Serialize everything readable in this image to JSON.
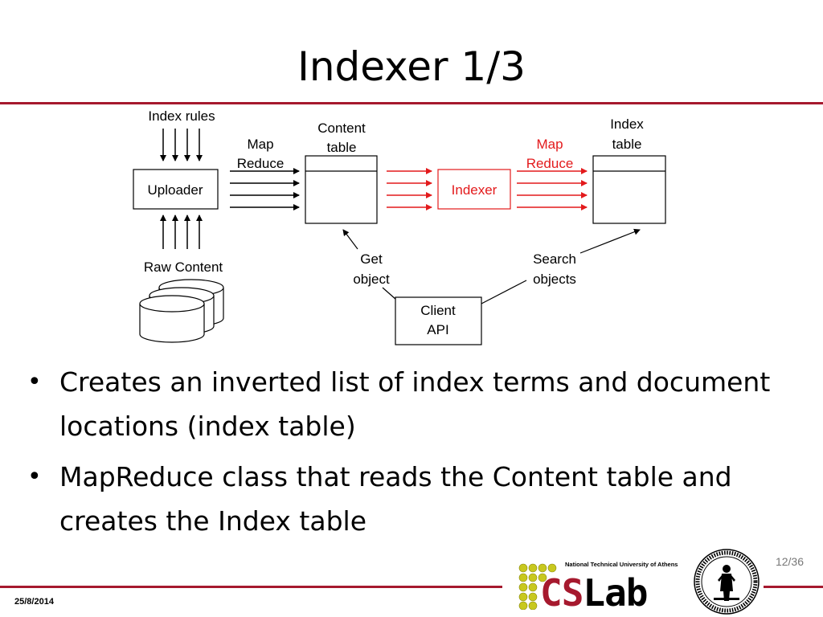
{
  "slide": {
    "title": "Indexer 1/3",
    "page_number": "12/36",
    "date": "25/8/2014"
  },
  "diagram": {
    "index_rules": "Index rules",
    "uploader": "Uploader",
    "raw_content": "Raw Content",
    "map_reduce_left": [
      "Map",
      "Reduce"
    ],
    "content_table": [
      "Content",
      "table"
    ],
    "indexer": "Indexer",
    "map_reduce_right": [
      "Map",
      "Reduce"
    ],
    "index_table": [
      "Index",
      "table"
    ],
    "get_object": [
      "Get",
      "object"
    ],
    "search_objects": [
      "Search",
      "objects"
    ],
    "client_api": [
      "Client",
      "API"
    ],
    "colors": {
      "red": "#e31a1c",
      "black": "#000000"
    }
  },
  "bullets": [
    "Creates an inverted list of index terms and document locations (index table)",
    "MapReduce class that reads the Content table and creates the Index table"
  ],
  "logo": {
    "name_cs": "CS",
    "name_lab": "Lab",
    "subtitle": "National Technical University of Athens",
    "seal": "seal-icon"
  },
  "theme": {
    "accent": "#a6192e",
    "logo_dots": "#c8c81e"
  }
}
